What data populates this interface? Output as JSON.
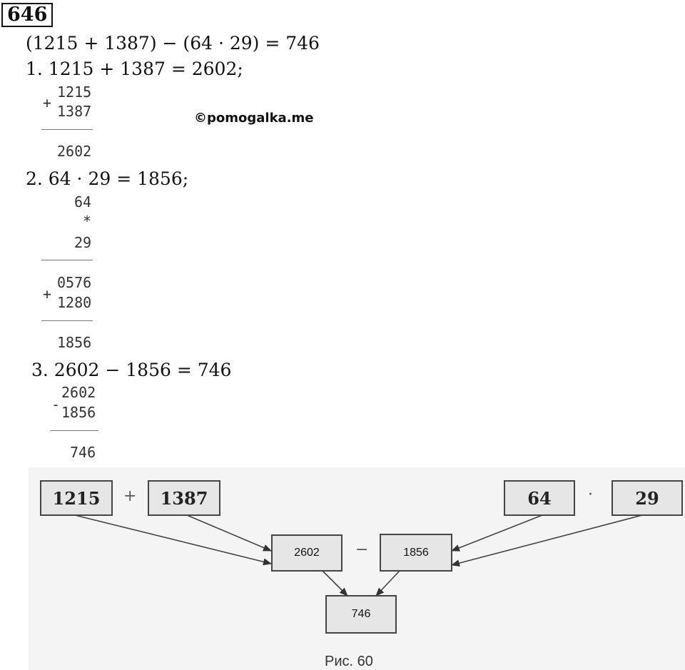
{
  "problem_number": "646",
  "main_expression": "(1215 + 1387) − (64 · 29) = 746",
  "step1": {
    "label": "1. 1215 + 1387 = 2602;",
    "sign": "+",
    "a": "1215",
    "b": "1387",
    "result": "2602"
  },
  "watermark": "©pomogalka.me",
  "step2": {
    "label": "2. 64 · 29 = 1856;",
    "a": "64",
    "op": "*",
    "b": "29",
    "sign": "+",
    "p1": "0576",
    "p2": "1280",
    "result": "1856"
  },
  "step3": {
    "label": "3. 2602 − 1856 = 746",
    "sign": "-",
    "a": "2602",
    "b": "1856",
    "result": "746"
  },
  "diagram": {
    "box_1215": "1215",
    "op_plus": "+",
    "box_1387": "1387",
    "box_64": "64",
    "op_dot": "·",
    "box_29": "29",
    "box_2602": "2602",
    "op_minus": "−",
    "box_1856": "1856",
    "box_746": "746",
    "caption": "Рис. 60"
  }
}
